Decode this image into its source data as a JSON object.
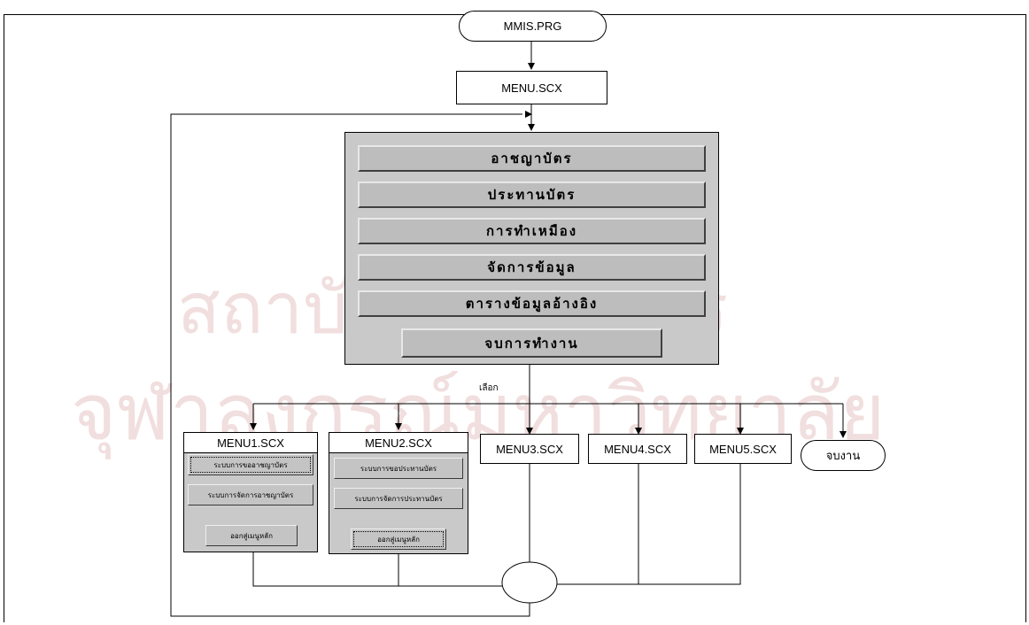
{
  "watermark": {
    "line1": "สถาบันวิทยบริการ",
    "line2": "จุฬาลงกรณ์มหาวิทยาลัย"
  },
  "nodes": {
    "start": "MMIS.PRG",
    "menu": "MENU.SCX",
    "choice_label": "เลือก",
    "menu3": "MENU3.SCX",
    "menu4": "MENU4.SCX",
    "menu5": "MENU5.SCX",
    "end": "จบงาน"
  },
  "main_menu": {
    "items": [
      "อาชญาบัตร",
      "ประทานบัตร",
      "การทำเหมือง",
      "จัดการข้อมูล",
      "ตารางข้อมูลอ้างอิง"
    ],
    "exit": "จบการทำงาน"
  },
  "menu1": {
    "title": "MENU1.SCX",
    "buttons": [
      "ระบบการขออาชญาบัตร",
      "ระบบการจัดการอาชญาบัตร"
    ],
    "back": "ออกสู่เมนูหลัก"
  },
  "menu2": {
    "title": "MENU2.SCX",
    "buttons": [
      "ระบบการขอประทานบัตร",
      "ระบบการจัดการประทานบัตร"
    ],
    "back": "ออกสู่เมนูหลัก"
  }
}
